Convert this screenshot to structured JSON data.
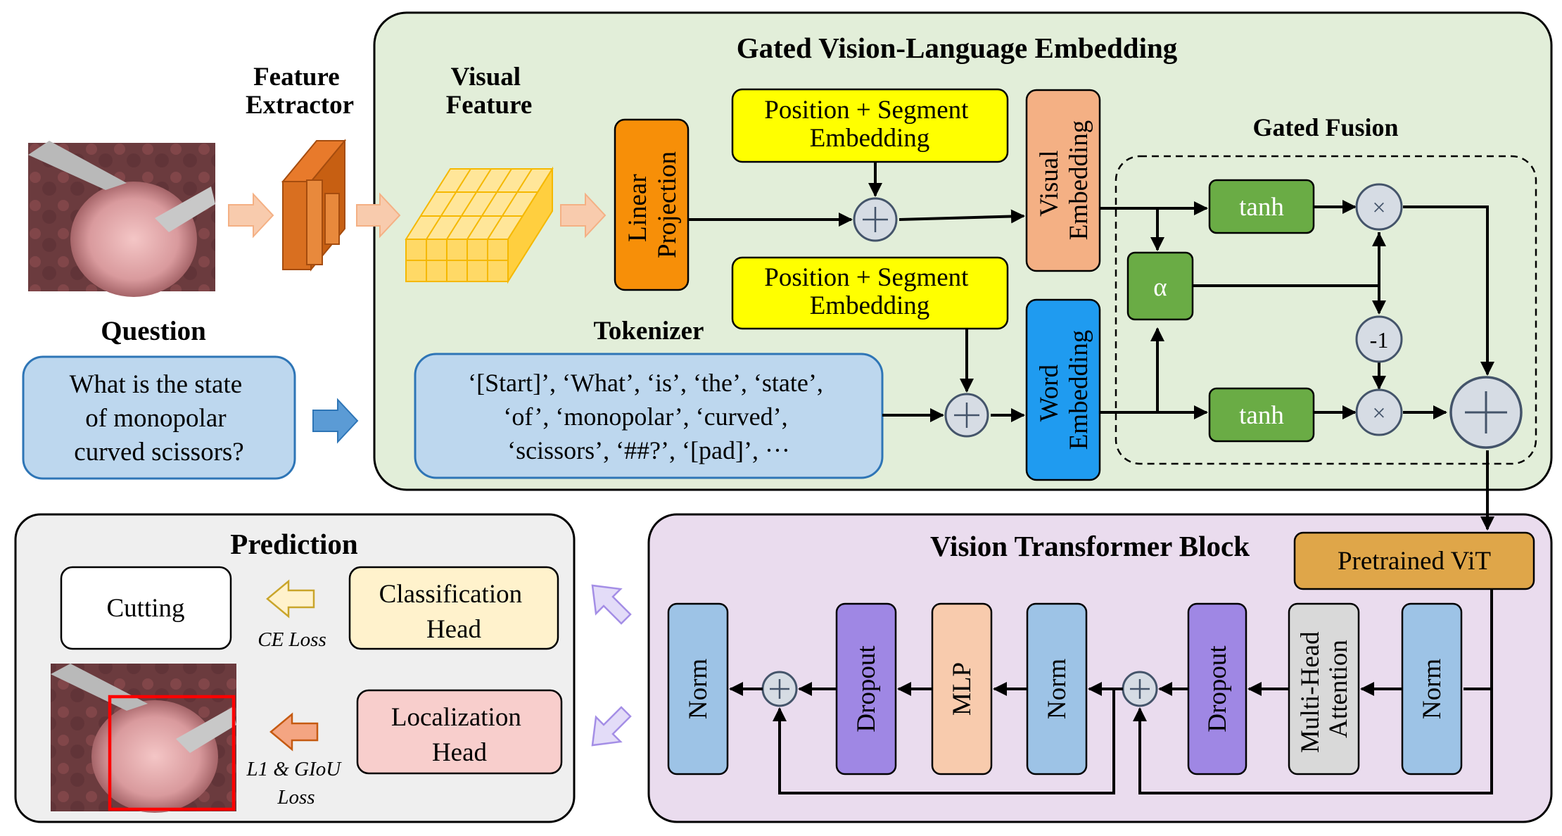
{
  "labels": {
    "feature_extractor": [
      "Feature",
      "Extractor"
    ],
    "visual_feature": [
      "Visual",
      "Feature"
    ],
    "question_title": "Question",
    "question_text": [
      "What is the state",
      "of monopolar",
      "curved scissors?"
    ],
    "tokenizer_title": "Tokenizer",
    "tokens": [
      "‘[Start]’, ‘What’, ‘is’, ‘the’, ‘state’,",
      "‘of’, ‘monopolar’, ‘curved’,",
      "‘scissors’, ‘##?’, ‘[pad]’, ···"
    ],
    "gvle_title": "Gated Vision-Language Embedding",
    "linear_projection": [
      "Linear",
      "Projection"
    ],
    "pos_seg_embedding": [
      "Position + Segment",
      "Embedding"
    ],
    "visual_embedding": [
      "Visual",
      "Embedding"
    ],
    "word_embedding": [
      "Word",
      "Embedding"
    ],
    "gated_fusion_title": "Gated Fusion",
    "tanh": "tanh",
    "alpha": "α",
    "minus_one": "-1",
    "times": "×",
    "vit_title": "Vision Transformer Block",
    "pretrained_vit": "Pretrained ViT",
    "norm": "Norm",
    "multi_head_attention": [
      "Multi-Head",
      "Attention"
    ],
    "dropout": "Dropout",
    "mlp": "MLP",
    "prediction_title": "Prediction",
    "cutting": "Cutting",
    "classification_head": [
      "Classification",
      "Head"
    ],
    "localization_head": [
      "Localization",
      "Head"
    ],
    "ce_loss": "CE  Loss",
    "l1_giou_loss": [
      "L1 & GIoU",
      "Loss"
    ]
  },
  "colors": {
    "gvle_bg": "#e2eed9",
    "vit_bg": "#eadcee",
    "prediction_bg": "#efefef",
    "yellow": "#ffff00",
    "orange": "#f78f08",
    "salmon": "#f4b084",
    "blue": "#1f9bf0",
    "green": "#6aac45",
    "light_blue": "#9dc3e6",
    "purple": "#9f87e4",
    "peach": "#f8cbad",
    "gold": "#dfa649",
    "pale_yellow": "#fff2cc",
    "pink": "#f8cecc",
    "question_blue": "#bdd7ee",
    "grey_box": "#d9d9d9",
    "circle_fill": "#d6dce4"
  }
}
